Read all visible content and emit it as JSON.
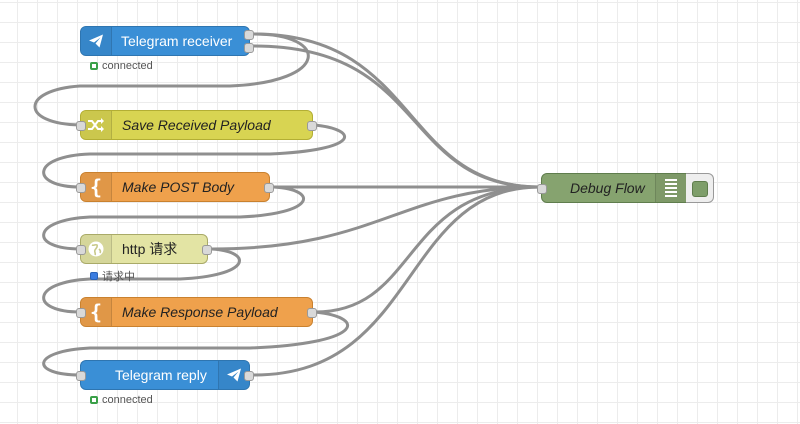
{
  "nodes": {
    "telegram_receiver": {
      "label": "Telegram receiver",
      "icon": "telegram-send-icon",
      "color": "#3a8fd6",
      "status": "connected"
    },
    "save_payload": {
      "label": "Save Received Payload",
      "icon": "shuffle-icon",
      "color": "#d8d452"
    },
    "make_post_body": {
      "label": "Make POST Body",
      "icon": "curly-brace-icon",
      "glyph": "{",
      "color": "#efa14c"
    },
    "http_request": {
      "label": "http 请求",
      "icon": "globe-icon",
      "color": "#e3e4a4",
      "status": "请求中"
    },
    "make_response": {
      "label": "Make Response Payload",
      "icon": "curly-brace-icon",
      "glyph": "{",
      "color": "#efa14c"
    },
    "telegram_reply": {
      "label": "Telegram reply",
      "icon": "telegram-send-icon",
      "color": "#3a8fd6",
      "status": "connected"
    },
    "debug_flow": {
      "label": "Debug Flow",
      "icon": "list-icon",
      "color": "#86a36f"
    }
  },
  "colors": {
    "wire": "#8f8f8f",
    "port": "#d9d9d9",
    "status_connected": "#3aa048",
    "status_requesting": "#3c7de0"
  }
}
